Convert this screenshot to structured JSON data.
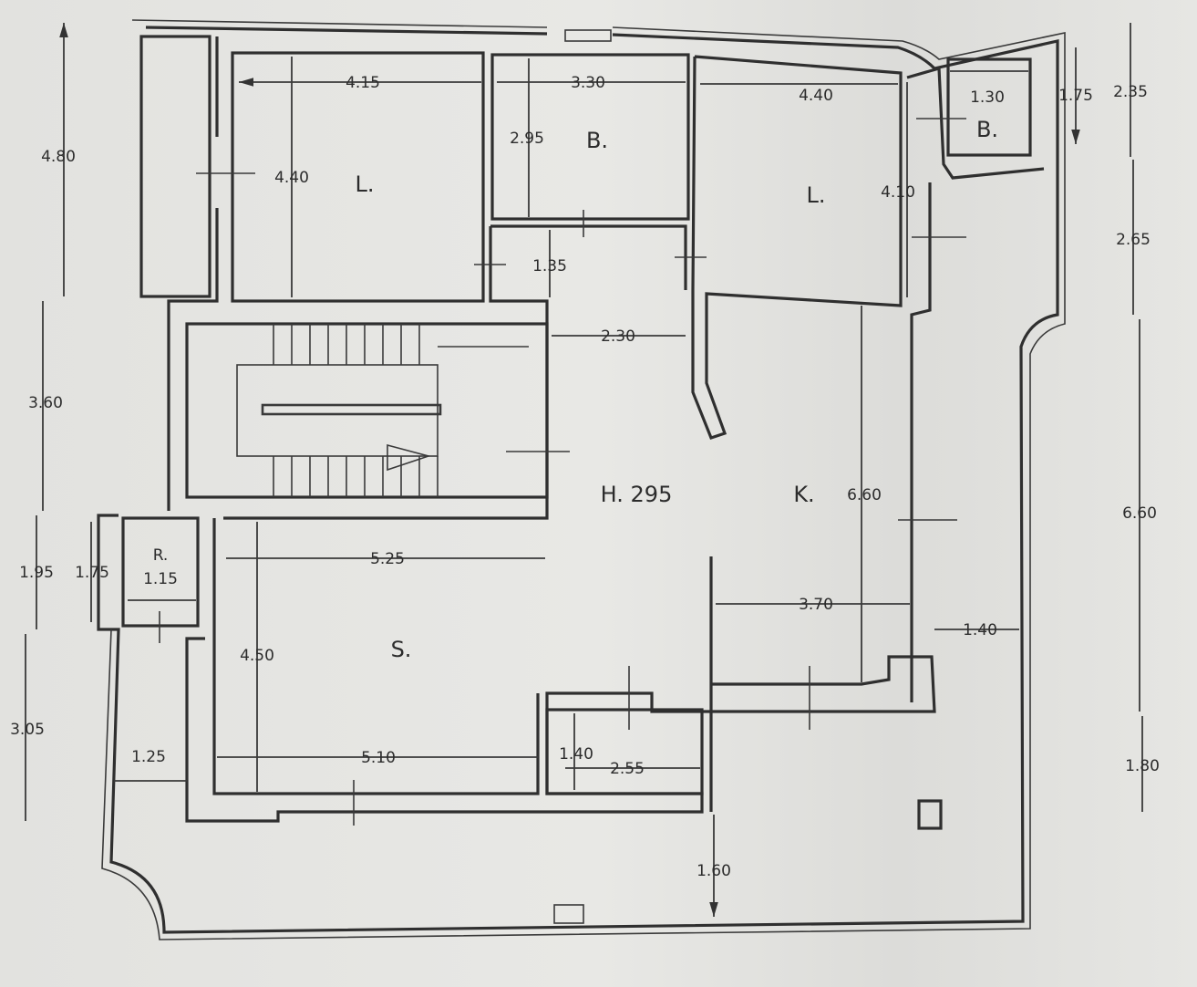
{
  "rooms": {
    "living_1": "L.",
    "bath_1": "B.",
    "living_2": "L.",
    "bath_2": "B.",
    "hall": "H. 295",
    "kitchen": "K.",
    "salon": "S.",
    "storage": "R."
  },
  "dimensions": {
    "living_1_width": "4.15",
    "living_1_depth": "4.40",
    "bath_1_width": "3.30",
    "bath_1_depth": "2.95",
    "living_2_width": "4.40",
    "living_2_depth": "4.10",
    "bath_2_width": "1.30",
    "bath_2_depth": "1.75",
    "corridor_depth": "1.35",
    "corridor_width": "2.30",
    "kitchen_depth": "6.60",
    "kitchen_width": "3.70",
    "salon_top_width": "5.25",
    "salon_depth": "4.50",
    "salon_bottom_width": "5.10",
    "storage_width": "1.15",
    "storage_depth": "1.75",
    "left_passage": "1.25",
    "small_room_depth": "1.40",
    "small_room_width": "2.55",
    "bottom_passage": "1.60",
    "right_passage": "1.40",
    "left_total_1": "4.80",
    "left_total_2": "3.60",
    "left_total_3": "1.95",
    "left_total_4": "3.05",
    "right_total_1": "2.35",
    "right_total_2": "2.65",
    "right_total_3": "6.60",
    "right_total_4": "1.80"
  }
}
